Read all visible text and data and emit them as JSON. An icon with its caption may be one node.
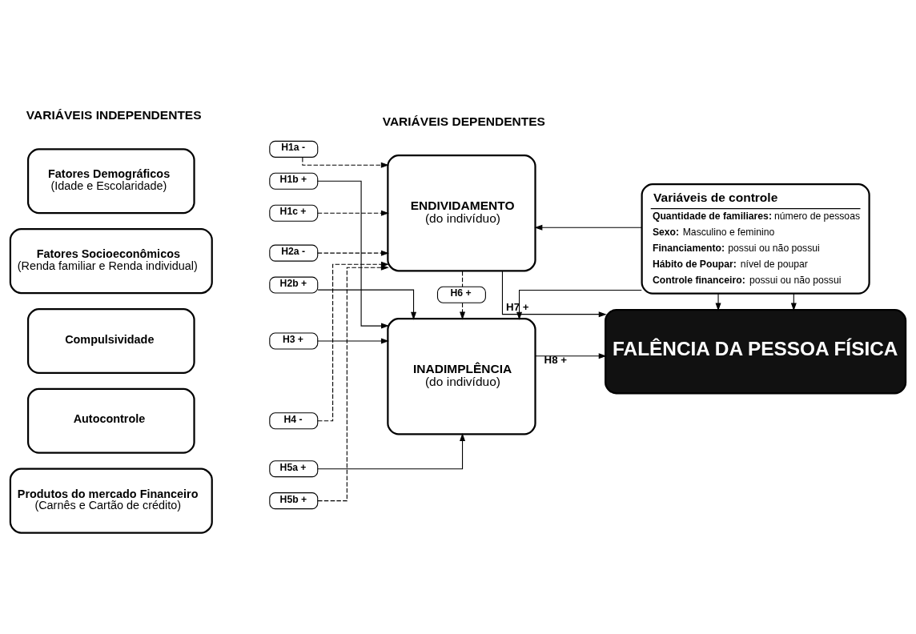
{
  "diagram": {
    "nodes": [
      {
        "text": [
          "Fatores Demográficos",
          "(Idade e Escolaridade)"
        ]
      },
      {
        "text": [
          "H1a -"
        ]
      },
      {
        "text": [
          "H1b +"
        ]
      },
      {
        "text": [
          "H1c +"
        ]
      },
      {
        "text": [
          "Fatores Socioeconômicos",
          "(Renda familiar e Renda individual)"
        ]
      },
      {
        "text": [
          "H2a -"
        ]
      },
      {
        "text": [
          "H2b +"
        ]
      },
      {
        "text": [
          "Compulsividade"
        ]
      },
      {
        "text": [
          "H3 +"
        ]
      },
      {
        "text": [
          "Autocontrole"
        ]
      },
      {
        "text": [
          "H4 -"
        ]
      },
      {
        "text": [
          "Produtos do mercado Financeiro",
          "(Carnês e Cartão de crédito)"
        ]
      },
      {
        "text": [
          "H5a +"
        ]
      },
      {
        "text": [
          "H5b +"
        ]
      },
      {
        "text": [
          "ENDIVIDAMENTO",
          "(do indivíduo)"
        ]
      },
      {
        "text": [
          "FALÊNCIA DA PESSOA FÍSICA"
        ]
      },
      {
        "text": [
          "H6 +"
        ]
      },
      {
        "text": [
          "INADIMPLÊNCIA",
          "(do indivíduo)"
        ]
      },
      {
        "text": [
          "Variáveis de controle",
          "**Quantidade de familiares:** número de pessoas",
          "**Sexo:** Masculino e feminino",
          "**Financiamento:** possui ou não possui",
          "**Hábito de Poupar:** nível de poupar",
          "**Controle financeiro:** possui ou não possui"
        ]
      }
    ],
    "edges": [
      {
        "from": 1,
        "to": 14,
        "arrow": "to",
        "style": "dashed"
      },
      {
        "from": 2,
        "to": 17,
        "arrow": "to"
      },
      {
        "from": 3,
        "to": 14,
        "arrow": "to",
        "style": "dashed"
      },
      {
        "from": 5,
        "to": 14,
        "arrow": "to",
        "style": "dashed"
      },
      {
        "from": 6,
        "to": 17,
        "arrow": "to"
      },
      {
        "from": 8,
        "to": 17,
        "arrow": "to"
      },
      {
        "from": 10,
        "to": 14,
        "arrow": "to",
        "style": "dashed"
      },
      {
        "from": 12,
        "to": 17,
        "arrow": "to"
      },
      {
        "from": 13,
        "to": 14,
        "arrow": "to",
        "style": "dashed"
      },
      {
        "from": 14,
        "to": 15,
        "arrow": "to",
        "label": "H7 +"
      },
      {
        "from": 14,
        "to": 16,
        "arrow": "none",
        "style": "dashed"
      },
      {
        "from": 16,
        "to": 17,
        "arrow": "to",
        "style": "dashed"
      },
      {
        "from": 17,
        "to": 15,
        "arrow": "to",
        "label": "H8 +"
      },
      {
        "from": 18,
        "to": 15,
        "arrow": "to"
      },
      {
        "from": 18,
        "to": 15,
        "arrow": "to"
      },
      {
        "from": 18,
        "to": 14,
        "arrow": "to"
      },
      {
        "from": 18,
        "to": 17,
        "arrow": "to"
      }
    ],
    "labels": [
      "VARIÁVEIS INDEPENDENTES",
      "VARIÁVEIS DEPENDENTES"
    ]
  }
}
